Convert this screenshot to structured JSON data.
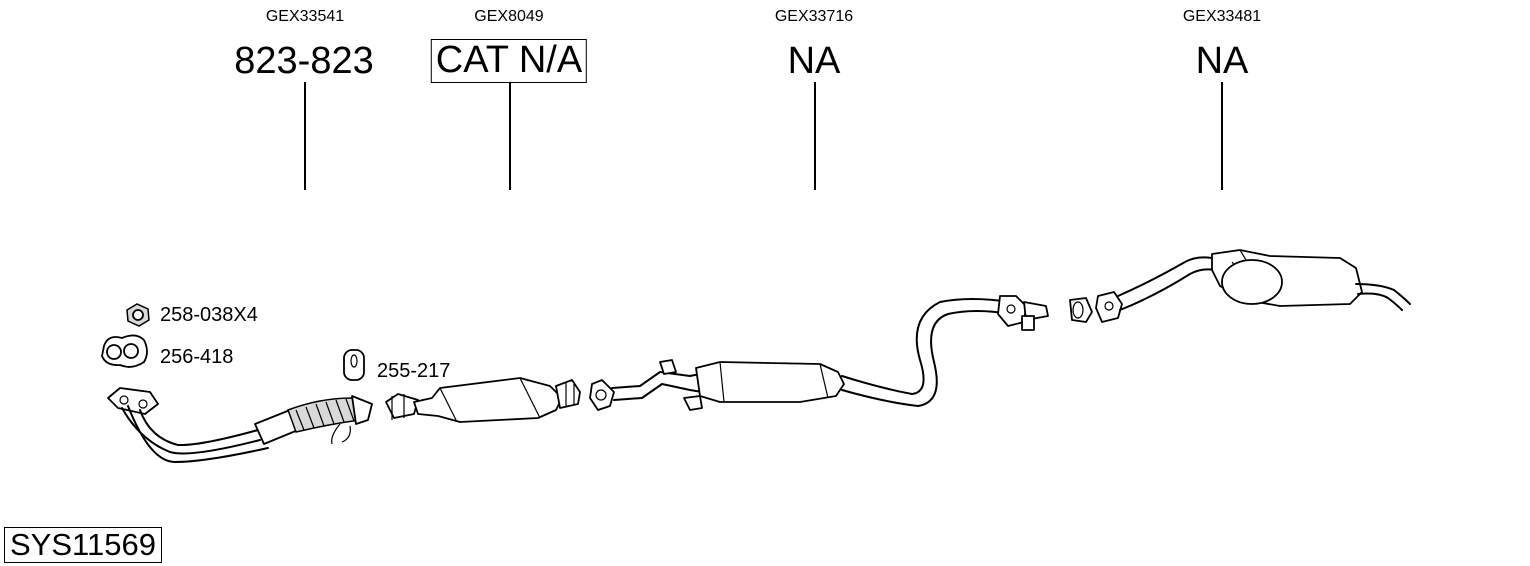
{
  "header_parts": [
    {
      "ref": "GEX33541",
      "code": "823-823",
      "boxed": false
    },
    {
      "ref": "GEX8049",
      "code": "CAT N/A",
      "boxed": true
    },
    {
      "ref": "GEX33716",
      "code": "NA",
      "boxed": false
    },
    {
      "ref": "GEX33481",
      "code": "NA",
      "boxed": false
    }
  ],
  "fittings": [
    {
      "code": "258-038X4",
      "icon": "nut-icon"
    },
    {
      "code": "256-418",
      "icon": "gasket-icon"
    },
    {
      "code": "255-217",
      "icon": "rubber-hanger-icon"
    }
  ],
  "system_code": "SYS11569"
}
